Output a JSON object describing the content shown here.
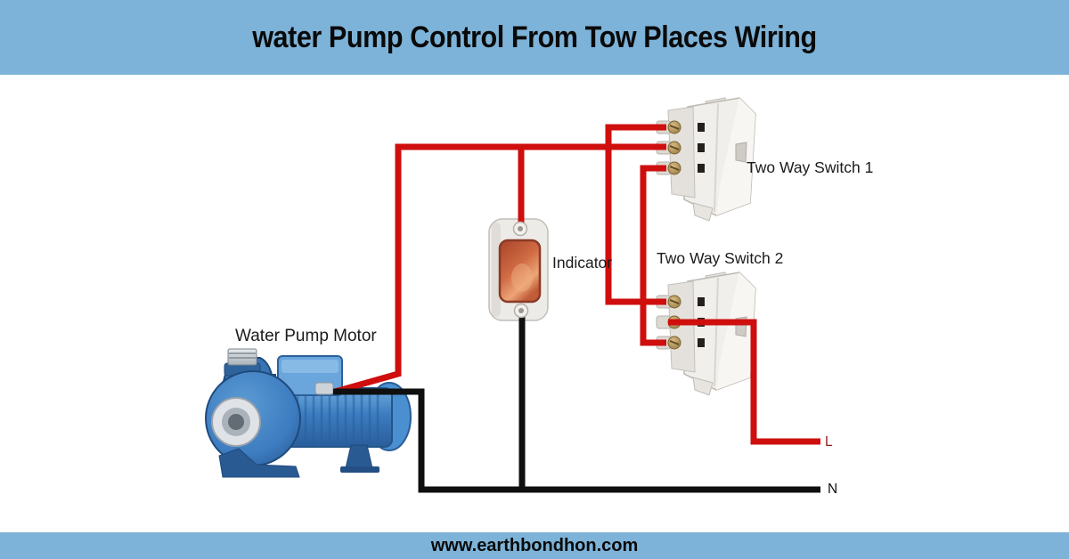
{
  "header": {
    "title": "water Pump Control From Tow Places Wiring"
  },
  "footer": {
    "url": "www.earthbondhon.com"
  },
  "diagram": {
    "labels": {
      "pump": "Water Pump Motor",
      "indicator": "Indicator",
      "switch1": "Two Way Switch 1",
      "switch2": "Two Way Switch 2",
      "live": "L",
      "neutral": "N"
    },
    "colors": {
      "banner_blue": "#7db3d8",
      "live_wire": "#cf0e0e",
      "neutral_wire": "#0f0f0f",
      "live_label": "#8e1f1f",
      "pump_blue": "#3c7cc0",
      "indicator_lens": "#cf6a43"
    }
  }
}
